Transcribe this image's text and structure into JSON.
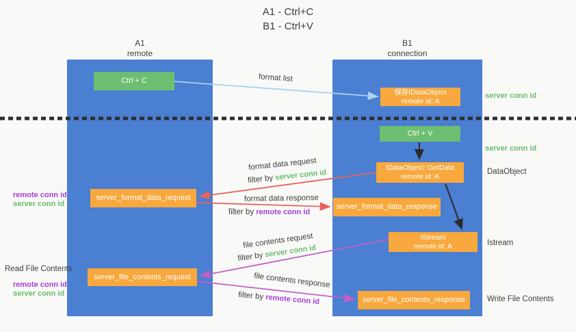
{
  "title": {
    "line1": "A1 - Ctrl+C",
    "line2": "B1 - Ctrl+V"
  },
  "columns": {
    "left": {
      "name": "A1",
      "role": "remote"
    },
    "right": {
      "name": "B1",
      "role": "connection"
    }
  },
  "boxes": {
    "ctrl_c": {
      "label": "Ctrl + C"
    },
    "save_idataobject": {
      "line1": "保存IDataObject",
      "line2": "remote id: A"
    },
    "ctrl_v": {
      "label": "Ctrl + V"
    },
    "idataobject_getdata": {
      "line1": "IDataObject::GetData",
      "line2": "remote id: A"
    },
    "server_format_data_request": {
      "label": "server_format_data_request"
    },
    "server_format_data_response": {
      "label": "server_format_data_response"
    },
    "istream": {
      "line1": "IStream",
      "line2": "remote id: A"
    },
    "server_file_contents_request": {
      "label": "server_file_contents_request"
    },
    "server_file_contents_response": {
      "label": "server_file_contents_response"
    }
  },
  "arrows": {
    "format_list": {
      "label": "format list"
    },
    "format_data_request": {
      "label": "format data request",
      "filter_prefix": "filter by ",
      "filter_key": "server conn id"
    },
    "format_data_response": {
      "label": "format data response",
      "filter_prefix": "filter by ",
      "filter_key": "remote conn id"
    },
    "file_contents_request": {
      "label": "file contents request",
      "filter_prefix": "filter by ",
      "filter_key": "server conn id"
    },
    "file_contents_response": {
      "label": "file contents response",
      "filter_prefix": "filter by ",
      "filter_key": "remote conn id"
    }
  },
  "side_labels": {
    "right": {
      "server_conn_id_top": "server conn id",
      "server_conn_id_mid": "server conn id",
      "dataobject": "DataObject",
      "istream": "Istream",
      "write_file_contents": "Write File Contents"
    },
    "left": {
      "remote_conn_id_top": "remote conn id",
      "server_conn_id_top": "server conn id",
      "read_file_contents": "Read File Contents",
      "remote_conn_id_bottom": "remote conn id",
      "server_conn_id_bottom": "server conn id"
    }
  },
  "colors": {
    "column_blue": "#4a7fd2",
    "box_green": "#6dbe71",
    "box_orange": "#f8a83d",
    "arrow_lightblue": "#a9d3ef",
    "arrow_red": "#e8635c",
    "arrow_magenta": "#c35fc5",
    "arrow_black": "#2b2b2b",
    "dotted_line": "#2e2e2e",
    "text_green": "#68bd6c",
    "text_purple": "#a43ed2",
    "text_dark": "#3d3d3d",
    "background": "#f9f9f8"
  }
}
